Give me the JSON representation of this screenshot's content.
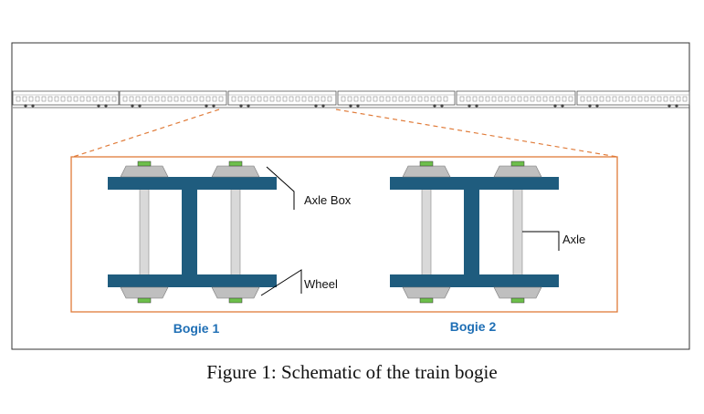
{
  "labels": {
    "axle_box": "Axle Box",
    "wheel": "Wheel",
    "axle": "Axle"
  },
  "bogies": [
    {
      "name": "Bogie 1"
    },
    {
      "name": "Bogie 2"
    }
  ],
  "caption": "Figure 1: Schematic of the train bogie",
  "colors": {
    "frame": "#1f5c7e",
    "axle": "#d9d9d9",
    "axle_box": "#bfbfbf",
    "axle_box_top": "#6dbf4b",
    "zoom": "#e07b39",
    "bogie_label": "#1f6fb5"
  }
}
